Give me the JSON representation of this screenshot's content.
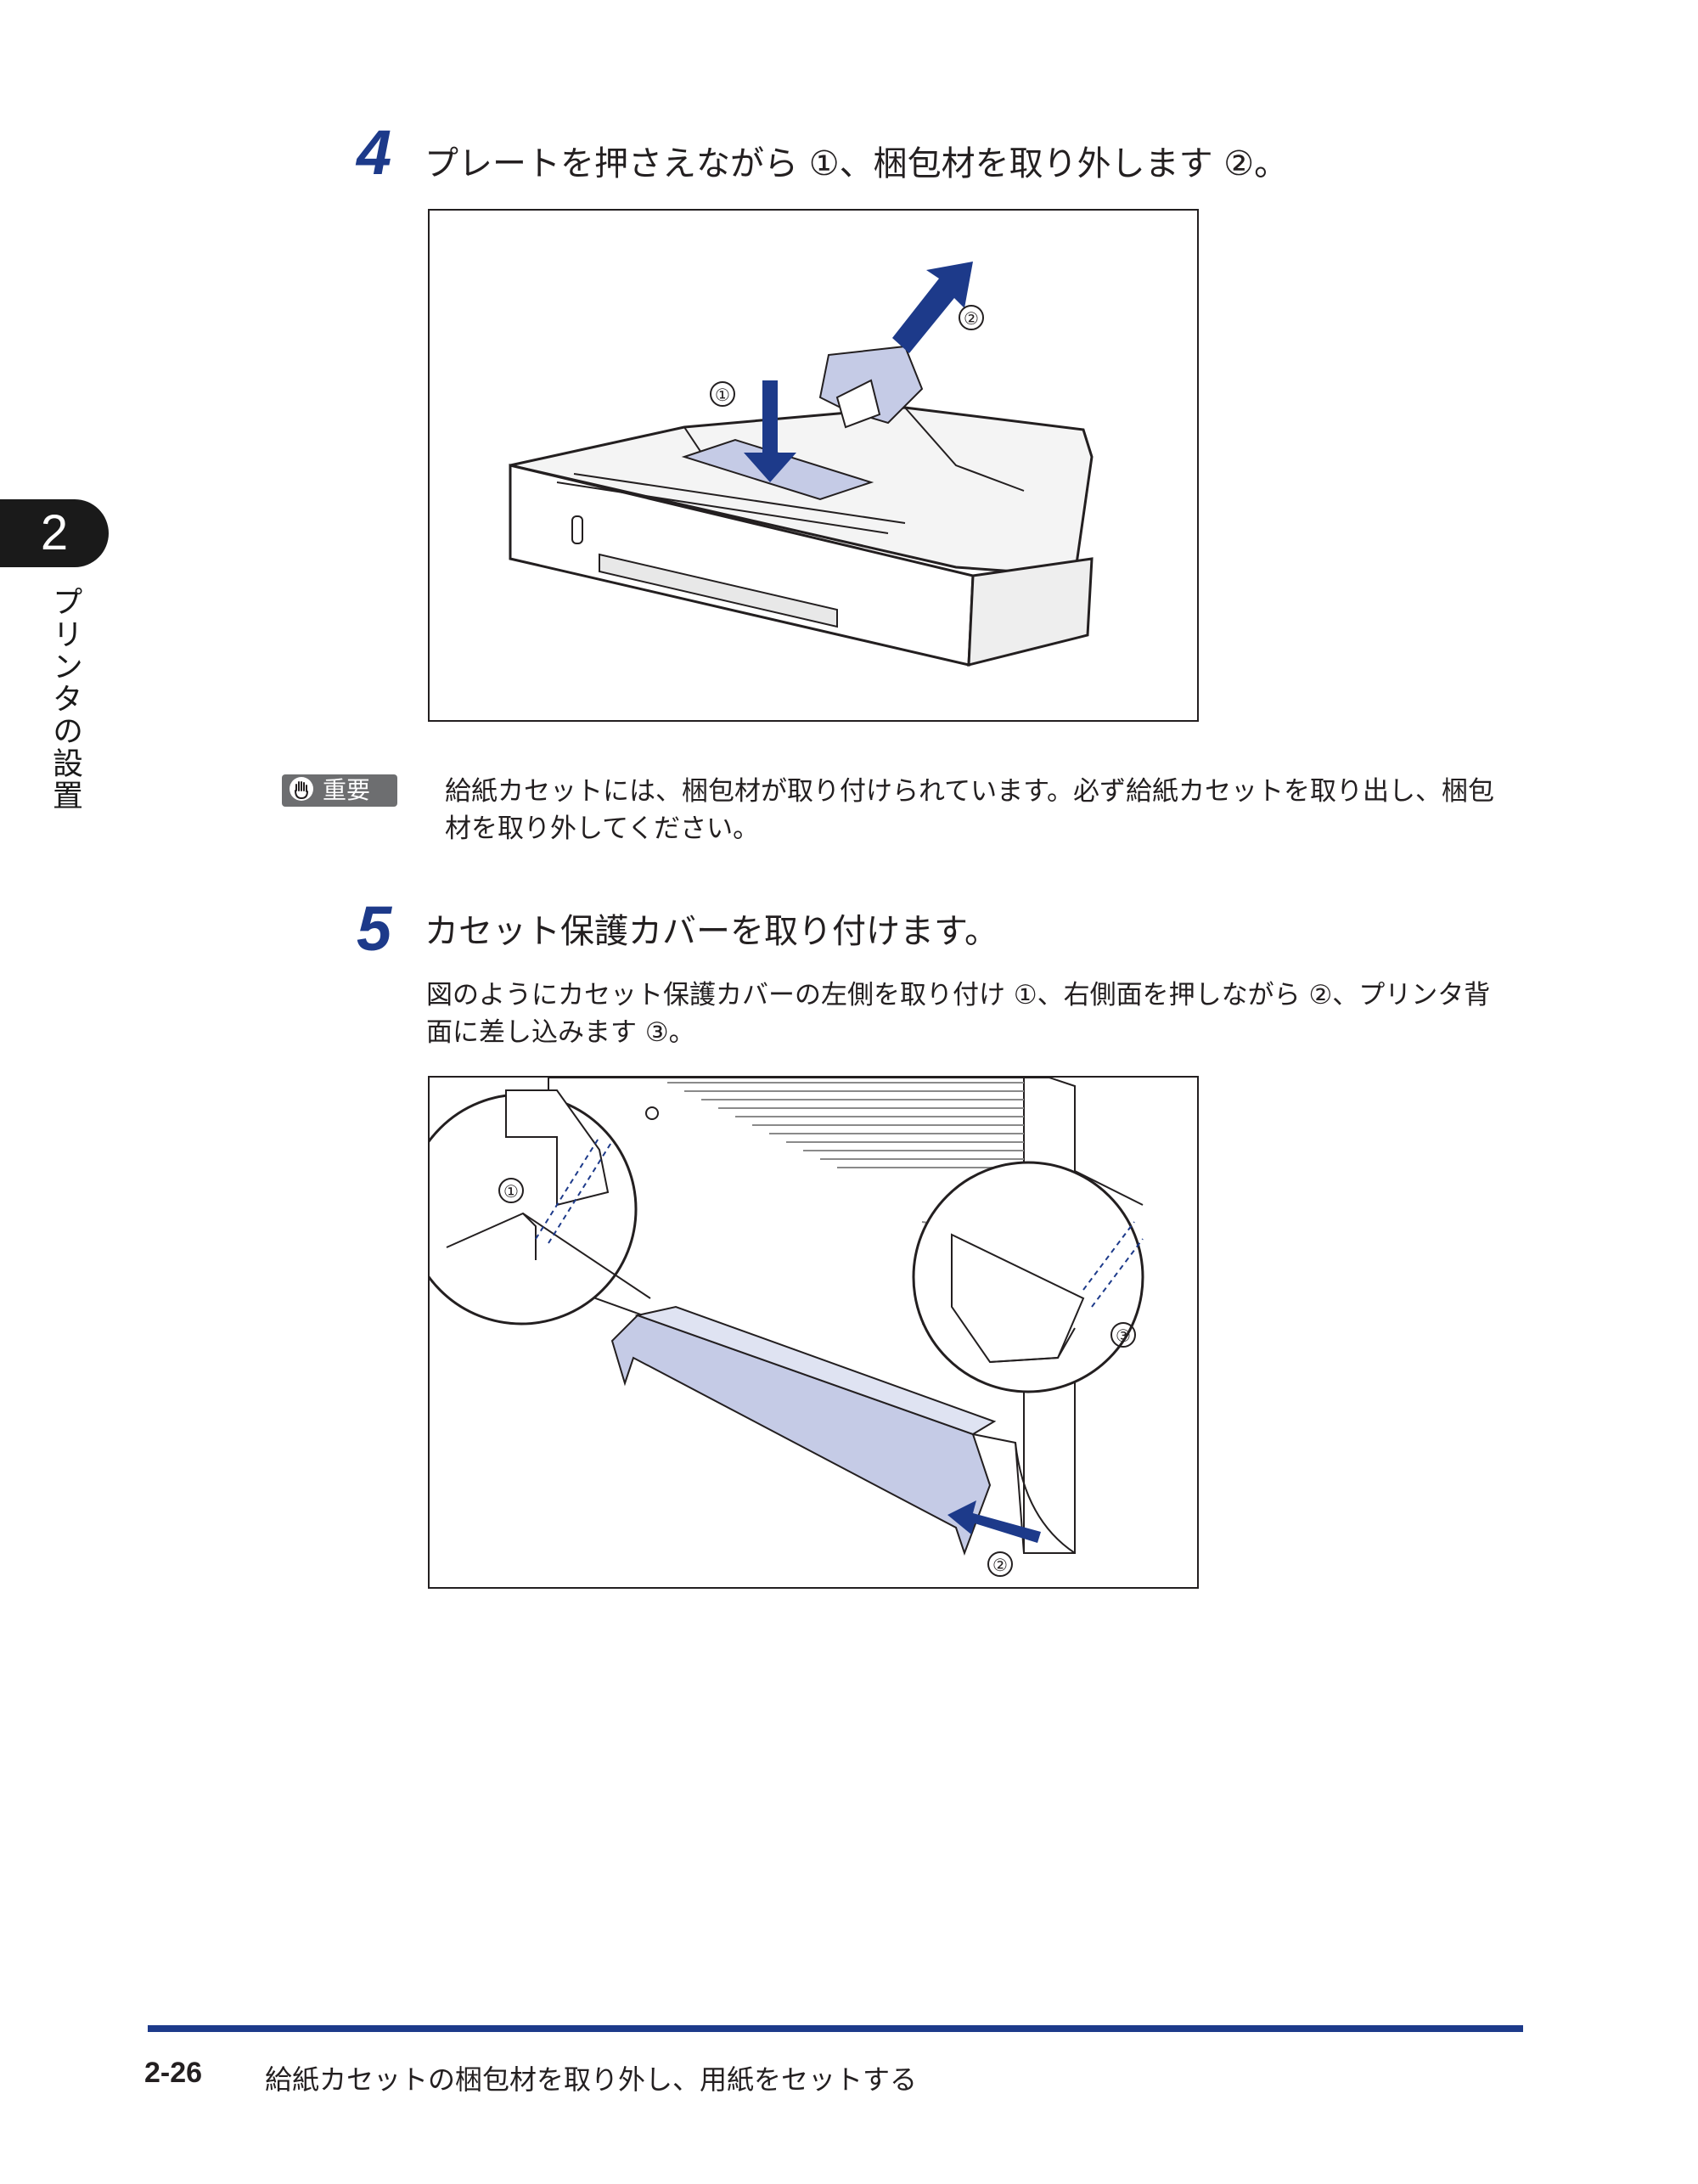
{
  "chapter": {
    "number": "2",
    "title": "プリンタの設置"
  },
  "step4": {
    "number": "4",
    "title": "プレートを押さえながら ①、梱包材を取り外します ②。",
    "callouts": [
      "①",
      "②"
    ]
  },
  "important": {
    "label": "重要",
    "text_line1": "給紙カセットには、梱包材が取り付けられています。必ず給紙カセットを取り出し、梱包",
    "text_line2": "材を取り外してください。"
  },
  "step5": {
    "number": "5",
    "title": "カセット保護カバーを取り付けます。",
    "body_line1": "図のようにカセット保護カバーの左側を取り付け ①、右側面を押しながら ②、プリンタ背",
    "body_line2": "面に差し込みます ③。",
    "callouts": [
      "①",
      "③",
      "②"
    ]
  },
  "footer": {
    "page_number": "2-26",
    "section_title": "給紙カセットの梱包材を取り外し、用紙をセットする"
  },
  "colors": {
    "accent_blue": "#1d3a8a",
    "part_fill": "#c5cbe6",
    "badge_gray": "#6d6e70"
  }
}
